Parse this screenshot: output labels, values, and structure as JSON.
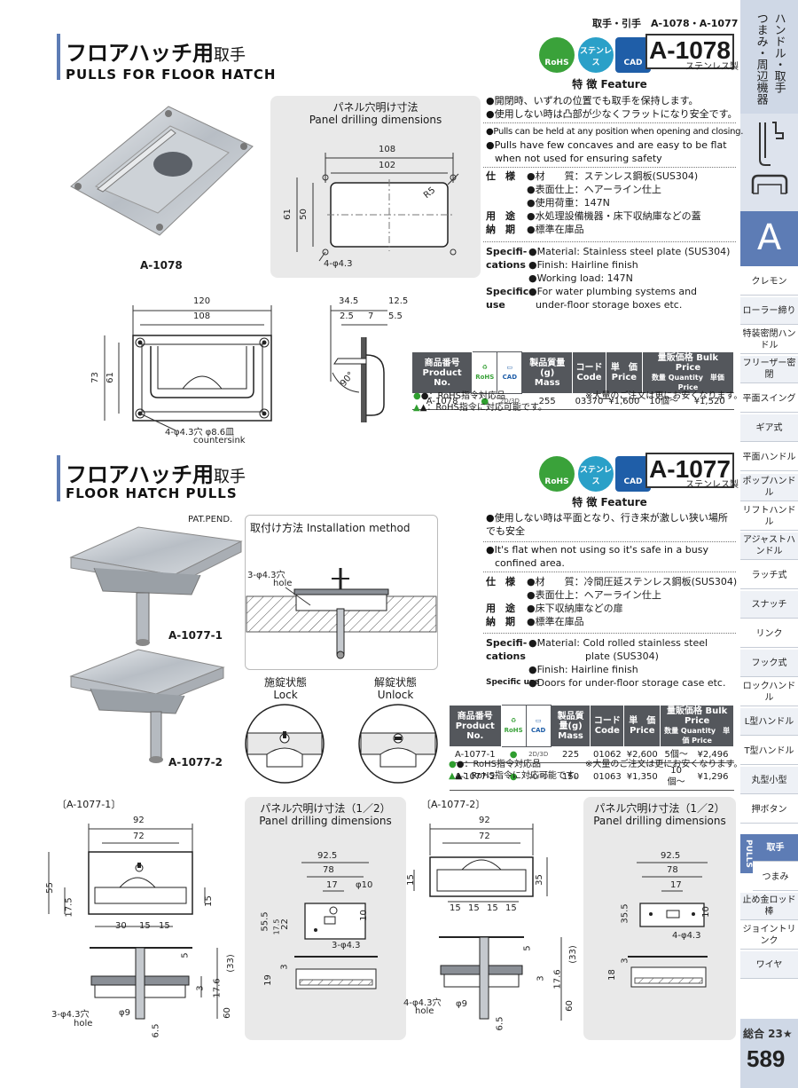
{
  "header": {
    "category": "取手・引手",
    "models": "A-1078・A-1077"
  },
  "sidebar": {
    "head_lines": [
      "ハンドル・取手",
      "つまみ・周辺機器"
    ],
    "section_letter": "A",
    "items": [
      {
        "label": "クレモン"
      },
      {
        "label": "ローラー締り"
      },
      {
        "label": "特装密閉ハンドル"
      },
      {
        "label": "フリーザー密閉"
      },
      {
        "label": "平面スイング"
      },
      {
        "label": "ギア式"
      },
      {
        "label": "平面ハンドル"
      },
      {
        "label": "ポップハンドル"
      },
      {
        "label": "リフトハンドル"
      },
      {
        "label": "アジャストハンドル"
      },
      {
        "label": "ラッチ式"
      },
      {
        "label": "スナッチ"
      },
      {
        "label": "リンク"
      },
      {
        "label": "フック式"
      },
      {
        "label": "ロックハンドル"
      },
      {
        "label": "L型ハンドル"
      },
      {
        "label": "T型ハンドル"
      },
      {
        "label": "丸型小型"
      },
      {
        "label": "押ボタン"
      },
      {
        "label": "取手"
      },
      {
        "label": "つまみ"
      },
      {
        "label": "止め金ロッド棒"
      },
      {
        "label": "ジョイントリンク"
      },
      {
        "label": "ワイヤ"
      }
    ],
    "pulls_tab": "PULLS",
    "page_ref": "総合 23★",
    "page_number": "589"
  },
  "badges": {
    "rohs": "RoHS",
    "stainless": "ステンレス",
    "cad": "CAD"
  },
  "product1": {
    "title_jp": "フロアハッチ用",
    "title_jp_small": "取手",
    "title_en": "PULLS FOR FLOOR HATCH",
    "model": "A-1078",
    "material_tag": "ステンレス製",
    "photo_caption": "A-1078",
    "panel_title_jp": "パネル穴明け寸法",
    "panel_title_en": "Panel drilling dimensions",
    "panel_dims": {
      "w_outer": "108",
      "w_inner": "102",
      "h_outer": "61",
      "h_inner": "50",
      "radius": "R5",
      "holes": "4-φ4.3"
    },
    "front_dims": {
      "w_outer": "120",
      "w_inner": "108",
      "h_outer": "73",
      "h_inner": "61",
      "holes": "4-φ4.3穴 φ8.6皿",
      "countersink": "countersink"
    },
    "side_dims": {
      "a": "34.5",
      "b": "12.5",
      "c": "2.5",
      "d": "7",
      "e": "5.5",
      "angle": "90°"
    },
    "feature_title": "特 徴 Feature",
    "features_jp": [
      "●開閉時、いずれの位置でも取手を保持します。",
      "●使用しない時は凸部が少なくフラットになり安全です。"
    ],
    "features_en": [
      "●Pulls can be held at any position when opening and closing.",
      "●Pulls have few concaves and are easy to be flat",
      "when not used for ensuring safety"
    ],
    "spec_jp": [
      {
        "label": "仕　様",
        "text": "●材　　質：ステンレス鋼板(SUS304)"
      },
      {
        "label": "",
        "text": "●表面仕上：ヘアーライン仕上"
      },
      {
        "label": "",
        "text": "●使用荷重：147N"
      },
      {
        "label": "用　途",
        "text": "●水処理設備機器・床下収納庫などの蓋"
      },
      {
        "label": "納　期",
        "text": "●標準在庫品"
      }
    ],
    "spec_en": [
      {
        "label": "Specifi-",
        "text": "●Material: Stainless steel plate (SUS304)"
      },
      {
        "label": "cations",
        "text": "●Finish: Hairline finish"
      },
      {
        "label": "",
        "text": "●Working load: 147N"
      },
      {
        "label": "Specific-",
        "text": "●For water plumbing systems and"
      },
      {
        "label": "use",
        "text": "under-floor storage boxes etc."
      }
    ],
    "table": {
      "headers": {
        "product_jp": "商品番号",
        "product_en": "Product No.",
        "rohs": "RoHS",
        "cad": "CAD",
        "mass_jp": "製品質量(g)",
        "mass_en": "Mass",
        "code_jp": "コード",
        "code_en": "Code",
        "price_jp": "単　価",
        "price_en": "Price",
        "bulk_jp": "量販価格",
        "bulk_en": "Bulk Price",
        "qty": "数量 Quantity",
        "unit": "単価 Price"
      },
      "rows": [
        {
          "product": "A-1078",
          "rohs": "●",
          "cad": "2D/3D",
          "mass": "255",
          "code": "03370",
          "price": "¥1,600",
          "qty": "10個〜",
          "unit": "¥1,520"
        }
      ]
    },
    "notes": [
      "●：RoHS指令対応品",
      "▲：RoHS指令に対応可能です。"
    ],
    "order_note": "※大量のご注文は更にお安くなります。"
  },
  "product2": {
    "title_jp": "フロアハッチ用",
    "title_jp_small": "取手",
    "title_en": "FLOOR HATCH PULLS",
    "model": "A-1077",
    "material_tag": "ステンレス製",
    "pat": "PAT.PEND.",
    "photo_caption_1": "A-1077-1",
    "photo_caption_2": "A-1077-2",
    "install_title": "取付け方法 Installation method",
    "install_hole": "3-φ4.3穴",
    "install_hole_en": "hole",
    "lock_jp": "施錠状態",
    "lock_en": "Lock",
    "unlock_jp": "解錠状態",
    "unlock_en": "Unlock",
    "feature_title": "特 徴 Feature",
    "features_jp": [
      "●使用しない時は平面となり、行き来が激しい狭い場所でも安全"
    ],
    "features_en": [
      "●It's flat when not using so it's safe in a busy",
      "confined area."
    ],
    "spec_jp": [
      {
        "label": "仕　様",
        "text": "●材　　質：冷間圧延ステンレス鋼板(SUS304)"
      },
      {
        "label": "",
        "text": "●表面仕上：ヘアーライン仕上"
      },
      {
        "label": "用　途",
        "text": "●床下収納庫などの扉"
      },
      {
        "label": "納　期",
        "text": "●標準在庫品"
      }
    ],
    "spec_en": [
      {
        "label": "Specifi-",
        "text": "●Material: Cold rolled stainless steel"
      },
      {
        "label": "cations",
        "text": "plate (SUS304)"
      },
      {
        "label": "",
        "text": "●Finish: Hairline finish"
      },
      {
        "label": "Specific use",
        "text": "●Doors for under-floor storage case etc."
      }
    ],
    "table": {
      "rows": [
        {
          "product": "A-1077-1",
          "rohs": "●",
          "cad": "2D/3D",
          "mass": "225",
          "code": "01062",
          "price": "¥2,600",
          "qty": "5個〜",
          "unit": "¥2,496"
        },
        {
          "product": "A-1077-2",
          "rohs": "●",
          "cad": "2D/3D",
          "mass": "150",
          "code": "01063",
          "price": "¥1,350",
          "qty": "10個〜",
          "unit": "¥1,296"
        }
      ]
    },
    "notes": [
      "●：RoHS指令対応品",
      "▲：RoHS指令に対応可能です。"
    ],
    "order_note": "※大量のご注文は更にお安くなります。"
  },
  "drawing1": {
    "label": "〔A-1077-1〕",
    "dims": {
      "w_outer": "92",
      "w_inner": "72",
      "h": "55",
      "h2": "17.5",
      "slot": "15",
      "b1": "30",
      "b2": "15",
      "b3": "15",
      "t": "5",
      "t2": "(33)",
      "t3": "3",
      "t4": "17.6",
      "t5": "60",
      "hole": "3-φ4.3穴",
      "hole_en": "hole",
      "shaft": "φ9",
      "tip": "6.5"
    },
    "panel_title_jp": "パネル穴明け寸法（1／2）",
    "panel_title_en": "Panel drilling dimensions",
    "panel_dims": {
      "w1": "92.5",
      "w2": "78",
      "w3": "17",
      "d": "φ10",
      "h1": "55.5",
      "h2": "17.5",
      "h3": "22",
      "h4": "10",
      "holes": "3-φ4.3",
      "s1": "3",
      "s2": "19"
    }
  },
  "drawing2": {
    "label": "〔A-1077-2〕",
    "dims": {
      "w_outer": "92",
      "w_inner": "72",
      "h1": "15",
      "h2": "35",
      "b1": "15",
      "b2": "15",
      "b3": "15",
      "b4": "15",
      "t": "5",
      "t2": "(33)",
      "t3": "3",
      "t4": "17.6",
      "t5": "60",
      "hole": "4-φ4.3穴",
      "hole_en": "hole",
      "shaft": "φ9",
      "tip": "6.5"
    },
    "panel_title_jp": "パネル穴明け寸法（1／2）",
    "panel_title_en": "Panel drilling dimensions",
    "panel_dims": {
      "w1": "92.5",
      "w2": "78",
      "w3": "17",
      "h1": "35.5",
      "h2": "10",
      "holes": "4-φ4.3",
      "s1": "3",
      "s2": "18"
    }
  }
}
